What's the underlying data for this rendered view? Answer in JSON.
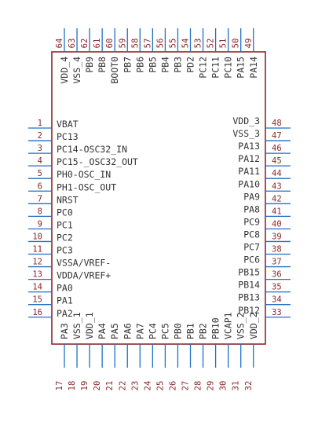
{
  "colors": {
    "pin_line": "#1f6fc5",
    "body_outline": "#8a2828",
    "pin_number": "#8a2828",
    "pin_label": "#333333"
  },
  "pins": {
    "left": [
      {
        "number": "1",
        "label": "VBAT"
      },
      {
        "number": "2",
        "label": "PC13"
      },
      {
        "number": "3",
        "label": "PC14-OSC32_IN"
      },
      {
        "number": "4",
        "label": "PC15-_OSC32_OUT"
      },
      {
        "number": "5",
        "label": "PH0-OSC_IN"
      },
      {
        "number": "6",
        "label": "PH1-OSC_OUT"
      },
      {
        "number": "7",
        "label": "NRST"
      },
      {
        "number": "8",
        "label": "PC0"
      },
      {
        "number": "9",
        "label": "PC1"
      },
      {
        "number": "10",
        "label": "PC2"
      },
      {
        "number": "11",
        "label": "PC3"
      },
      {
        "number": "12",
        "label": "VSSA/VREF-"
      },
      {
        "number": "13",
        "label": "VDDA/VREF+"
      },
      {
        "number": "14",
        "label": "PA0"
      },
      {
        "number": "15",
        "label": "PA1"
      },
      {
        "number": "16",
        "label": "PA2"
      }
    ],
    "right": [
      {
        "number": "48",
        "label": "VDD_3"
      },
      {
        "number": "47",
        "label": "VSS_3"
      },
      {
        "number": "46",
        "label": "PA13"
      },
      {
        "number": "45",
        "label": "PA12"
      },
      {
        "number": "44",
        "label": "PA11"
      },
      {
        "number": "43",
        "label": "PA10"
      },
      {
        "number": "42",
        "label": "PA9"
      },
      {
        "number": "41",
        "label": "PA8"
      },
      {
        "number": "40",
        "label": "PC9"
      },
      {
        "number": "39",
        "label": "PC8"
      },
      {
        "number": "38",
        "label": "PC7"
      },
      {
        "number": "37",
        "label": "PC6"
      },
      {
        "number": "36",
        "label": "PB15"
      },
      {
        "number": "35",
        "label": "PB14"
      },
      {
        "number": "34",
        "label": "PB13"
      },
      {
        "number": "33",
        "label": "PB12"
      }
    ],
    "top": [
      {
        "number": "64",
        "label": "VDD_4"
      },
      {
        "number": "63",
        "label": "VSS_4"
      },
      {
        "number": "62",
        "label": "PB9"
      },
      {
        "number": "61",
        "label": "PB8"
      },
      {
        "number": "60",
        "label": "BOOT0"
      },
      {
        "number": "59",
        "label": "PB7"
      },
      {
        "number": "58",
        "label": "PB6"
      },
      {
        "number": "57",
        "label": "PB5"
      },
      {
        "number": "56",
        "label": "PB4"
      },
      {
        "number": "55",
        "label": "PB3"
      },
      {
        "number": "54",
        "label": "PD2"
      },
      {
        "number": "53",
        "label": "PC12"
      },
      {
        "number": "52",
        "label": "PC11"
      },
      {
        "number": "51",
        "label": "PC10"
      },
      {
        "number": "50",
        "label": "PA15"
      },
      {
        "number": "49",
        "label": "PA14"
      }
    ],
    "bottom": [
      {
        "number": "17",
        "label": "PA3"
      },
      {
        "number": "18",
        "label": "VSS_1"
      },
      {
        "number": "19",
        "label": "VDD_1"
      },
      {
        "number": "20",
        "label": "PA4"
      },
      {
        "number": "21",
        "label": "PA5"
      },
      {
        "number": "22",
        "label": "PA6"
      },
      {
        "number": "23",
        "label": "PA7"
      },
      {
        "number": "24",
        "label": "PC4"
      },
      {
        "number": "25",
        "label": "PC5"
      },
      {
        "number": "26",
        "label": "PB0"
      },
      {
        "number": "27",
        "label": "PB1"
      },
      {
        "number": "28",
        "label": "PB2"
      },
      {
        "number": "29",
        "label": "PB10"
      },
      {
        "number": "30",
        "label": "VCAP1"
      },
      {
        "number": "31",
        "label": "VSS_2"
      },
      {
        "number": "32",
        "label": "VDD_2"
      }
    ]
  }
}
